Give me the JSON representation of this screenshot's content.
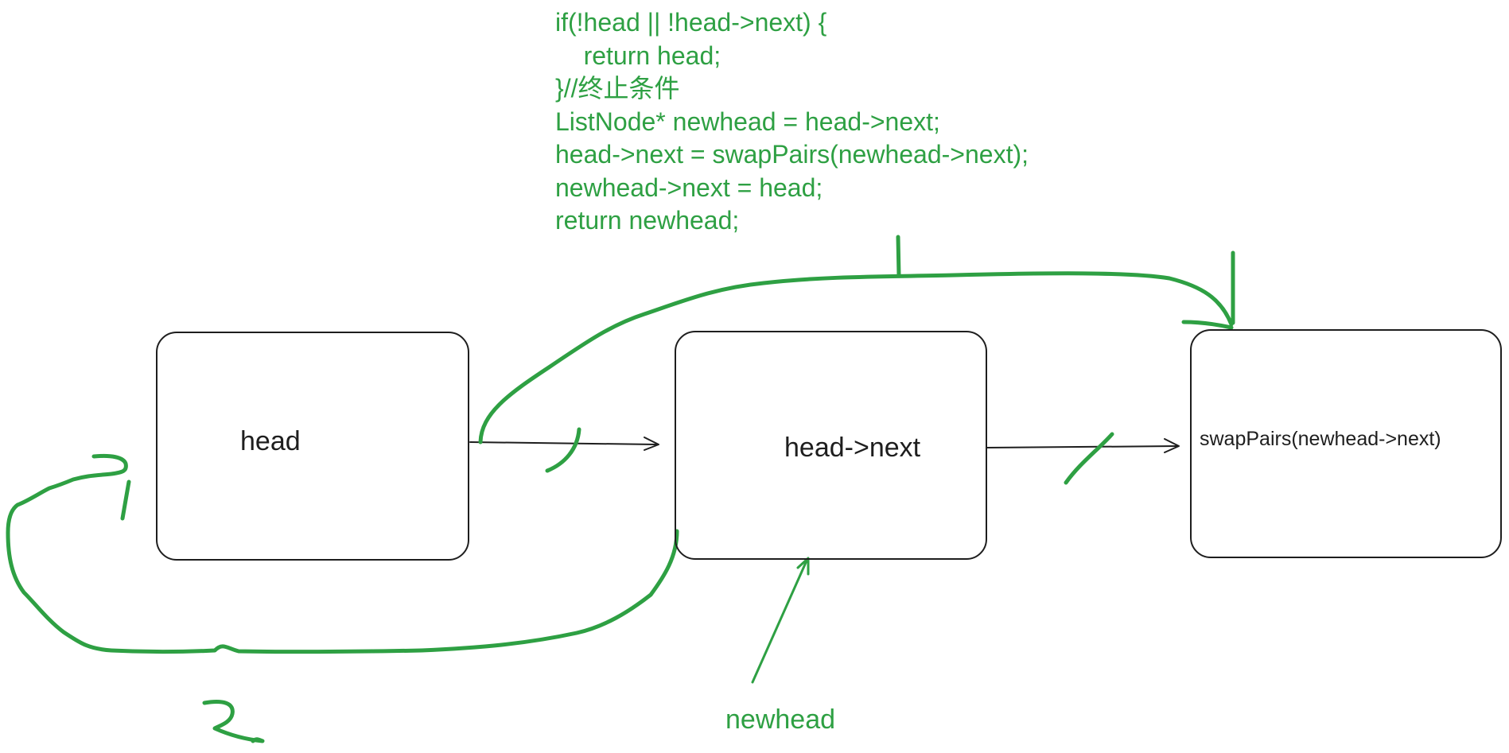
{
  "code": {
    "lines": [
      "if(!head || !head->next) {",
      "    return head;",
      "}//终止条件",
      "ListNode* newhead = head->next;",
      "head->next = swapPairs(newhead->next);",
      "newhead->next = head;",
      "return newhead;"
    ]
  },
  "nodes": {
    "head": {
      "label": "head"
    },
    "head_next": {
      "label": "head->next"
    },
    "swap_pairs": {
      "label": "swapPairs(newhead->next)"
    }
  },
  "annotations": {
    "newhead_label": "newhead",
    "step_one": "1",
    "step_two": "2"
  },
  "colors": {
    "ink": "#1e1e1e",
    "accent": "#2ea043"
  }
}
